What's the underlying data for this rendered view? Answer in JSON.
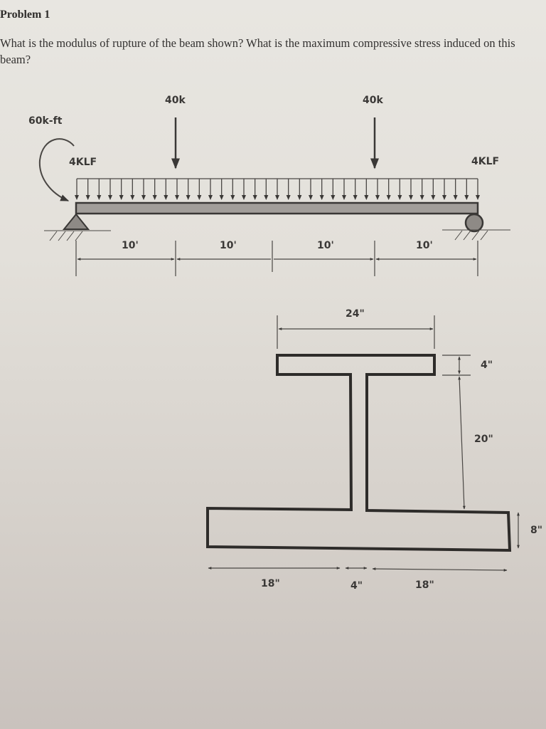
{
  "problem": {
    "title": "Problem 1",
    "question": "What is the modulus of rupture of the beam shown? What is the maximum compressive stress induced on this beam?"
  },
  "beam_diagram": {
    "applied_moment": "60k-ft",
    "point_loads": [
      {
        "label": "40k",
        "position_ft": 10
      },
      {
        "label": "40k",
        "position_ft": 30
      }
    ],
    "distributed_load": {
      "label_left": "4KLF",
      "label_right": "4KLF"
    },
    "supports": {
      "left": "pin",
      "right": "roller"
    },
    "spans": [
      "10'",
      "10'",
      "10'",
      "10'"
    ]
  },
  "cross_section": {
    "top_flange_width": "24\"",
    "top_flange_thickness": "4\"",
    "web_height": "20\"",
    "bottom_flange_thickness": "8\"",
    "bottom_left_overhang": "18\"",
    "web_thickness": "4\"",
    "bottom_right_overhang": "18\""
  }
}
